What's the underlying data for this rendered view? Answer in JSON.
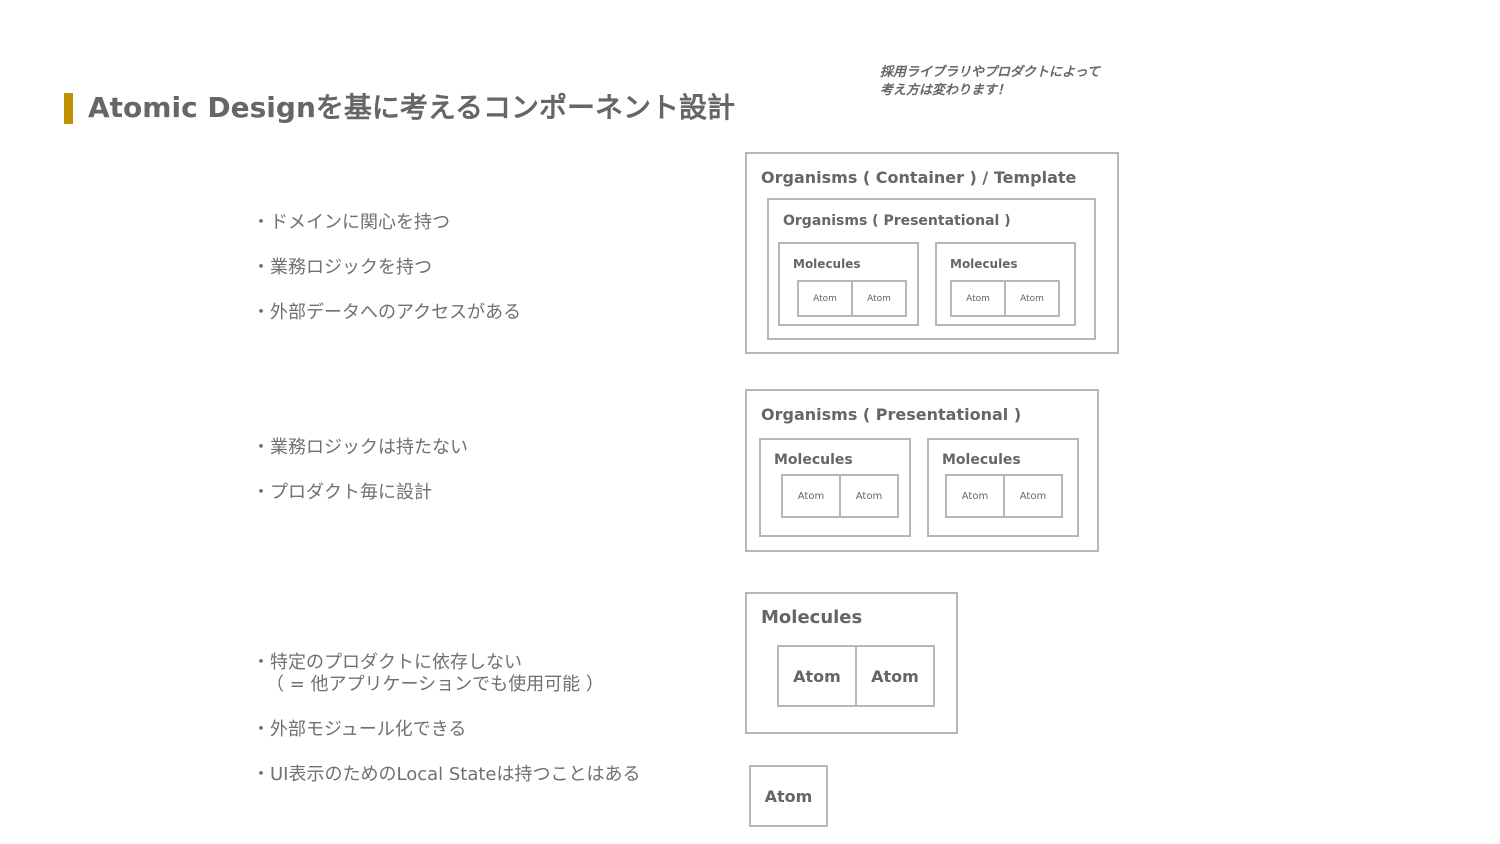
{
  "title": "Atomic Designを基に考えるコンポーネント設計",
  "note": [
    "採用ライブラリやプロダクトによって",
    "考え方は変わります！"
  ],
  "sections": {
    "container": {
      "bullets": [
        "・ドメインに関心を持つ",
        "・業務ロジックを持つ",
        "・外部データへのアクセスがある"
      ],
      "outer_label": "Organisms ( Container ) / Template",
      "inner_label": "Organisms ( Presentational )",
      "molecule_label": "Molecules",
      "atom_label": "Atom"
    },
    "presentational": {
      "bullets": [
        "・業務ロジックは持たない",
        "・プロダクト毎に設計"
      ],
      "outer_label": "Organisms ( Presentational )",
      "molecule_label": "Molecules",
      "atom_label": "Atom"
    },
    "molecules": {
      "bullets": [
        "・特定のプロダクトに依存しない",
        "（ = 他アプリケーションでも使用可能 ）",
        "・外部モジュール化できる"
      ],
      "outer_label": "Molecules",
      "atom_label": "Atom"
    },
    "atom": {
      "bullets": [
        "・UI表示のためのLocal Stateは持つことはある"
      ],
      "atom_label": "Atom"
    }
  },
  "colors": {
    "accent": "#bf9000",
    "text": "#666666",
    "border": "#b7b7b7"
  }
}
